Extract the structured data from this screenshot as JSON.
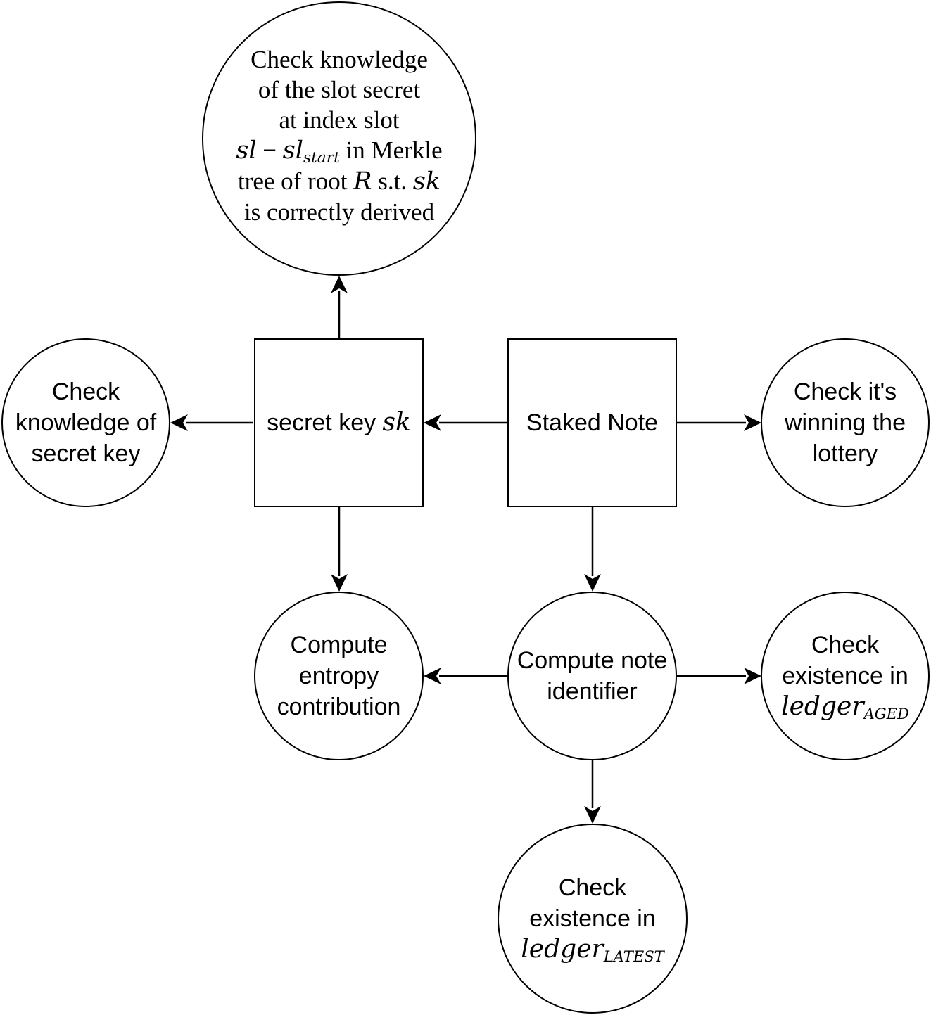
{
  "colors": {
    "stroke": "#000000",
    "fill": "#ffffff",
    "background": "#ffffff"
  },
  "nodes": {
    "merkle": {
      "line1": "Check knowledge",
      "line2": "of the slot secret",
      "line3": "at index slot",
      "line4_sl": "sl",
      "line4_minus": " − ",
      "line4_sl2": "sl",
      "line4_sub": "start",
      "line4_rest": " in Merkle",
      "line5_a": "tree of root ",
      "line5_R": "R",
      "line5_b": " s.t. ",
      "line5_sk": "sk",
      "line6": "is correctly derived"
    },
    "knowledge_sk": {
      "line1": "Check",
      "line2": "knowledge of",
      "line3": "secret key"
    },
    "secret_key": {
      "text": "secret key ",
      "math": "sk"
    },
    "staked_note": {
      "text": "Staked Note"
    },
    "lottery": {
      "line1": "Check it's",
      "line2": "winning the",
      "line3": "lottery"
    },
    "entropy": {
      "line1": "Compute",
      "line2": "entropy",
      "line3": "contribution"
    },
    "note_id": {
      "line1": "Compute note",
      "line2": "identifier"
    },
    "aged": {
      "line1": "Check",
      "line2": "existence in",
      "math": "ledger",
      "sub": "AGED"
    },
    "latest": {
      "line1": "Check",
      "line2": "existence in",
      "math": "ledger",
      "sub": "LATEST"
    }
  }
}
